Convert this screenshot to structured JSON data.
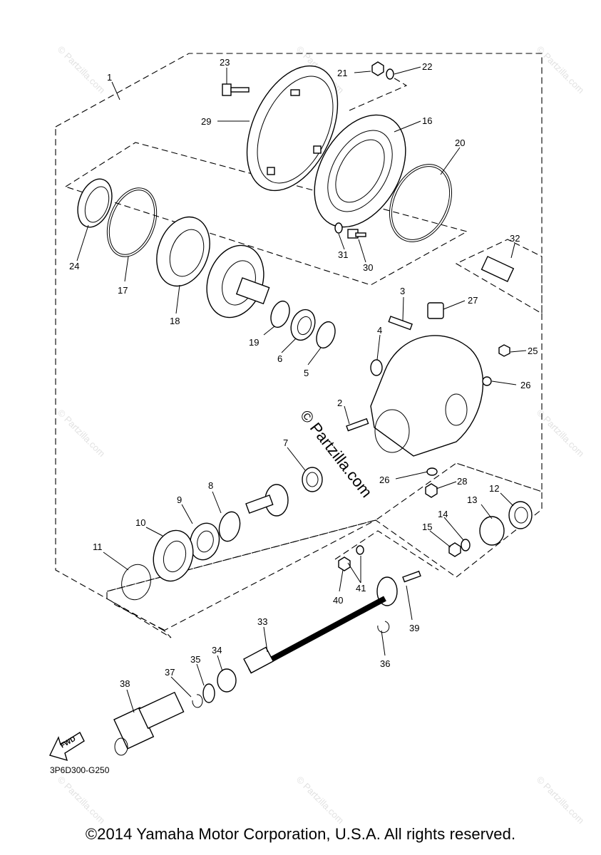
{
  "watermark": {
    "center_text": "© Partzilla.com",
    "tile_text": "© Partzilla.com"
  },
  "callouts": [
    "1",
    "2",
    "3",
    "4",
    "5",
    "6",
    "7",
    "8",
    "9",
    "10",
    "11",
    "12",
    "13",
    "14",
    "15",
    "16",
    "17",
    "18",
    "19",
    "20",
    "21",
    "22",
    "23",
    "24",
    "25",
    "26",
    "26",
    "27",
    "28",
    "29",
    "30",
    "31",
    "32",
    "33",
    "34",
    "35",
    "36",
    "37",
    "38",
    "39",
    "40",
    "41"
  ],
  "fwd_label": "FWD",
  "diagram_code": "3P6D300-G250",
  "copyright": "©2014 Yamaha Motor Corporation, U.S.A. All rights reserved."
}
